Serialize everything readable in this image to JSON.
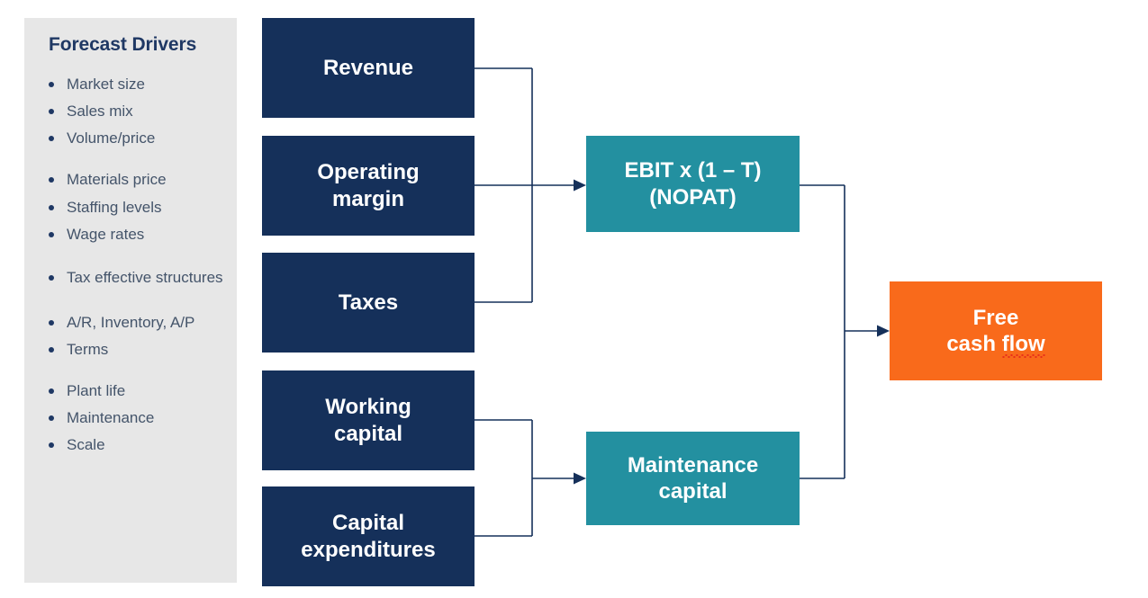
{
  "sidebar": {
    "title": "Forecast Drivers",
    "groups": [
      {
        "items": [
          "Market size",
          "Sales mix",
          "Volume/price"
        ]
      },
      {
        "items": [
          "Materials price",
          "Staffing levels",
          "Wage rates"
        ]
      },
      {
        "items": [
          "Tax effective structures"
        ]
      },
      {
        "items": [
          "A/R, Inventory, A/P",
          "Terms"
        ]
      },
      {
        "items": [
          "Plant life",
          "Maintenance",
          "Scale"
        ]
      }
    ]
  },
  "diagram": {
    "drivers": [
      {
        "id": "revenue",
        "label": "Revenue"
      },
      {
        "id": "operating-margin",
        "line1": "Operating",
        "line2": "margin"
      },
      {
        "id": "taxes",
        "label": "Taxes"
      },
      {
        "id": "working-capital",
        "line1": "Working",
        "line2": "capital"
      },
      {
        "id": "capital-expenditures",
        "line1": "Capital",
        "line2": "expenditures"
      }
    ],
    "nopat": {
      "line1": "EBIT x (1 – T)",
      "line2": "(NOPAT)"
    },
    "maintenance_capital": {
      "line1": "Maintenance",
      "line2": "capital"
    },
    "free_cash_flow": {
      "line1": "Free",
      "line2_a": "cash ",
      "line2_b": "flow"
    }
  },
  "colors": {
    "navy": "#15305a",
    "teal": "#2390a0",
    "orange": "#f96a1b",
    "sidebar_bg": "#e7e7e7",
    "sidebar_title": "#1f3864",
    "bullet_text": "#44546a",
    "connector": "#15305a",
    "spellcheck": "#e8301a"
  }
}
